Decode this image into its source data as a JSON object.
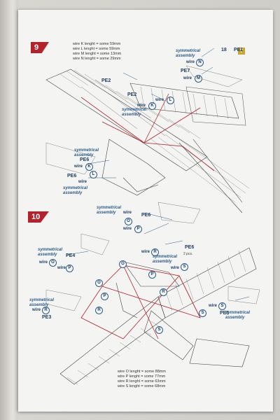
{
  "step1": {
    "number": "9",
    "wires": [
      {
        "label": "wire K",
        "length": "lenght = some 59mm"
      },
      {
        "label": "wire L",
        "length": "lenght = some 59mm"
      },
      {
        "label": "wire M",
        "length": "lenght = some 13mm"
      },
      {
        "label": "wire N",
        "length": "lenght = some 29mm"
      }
    ],
    "callouts": {
      "sym1": "symmetrical\nassembly",
      "wireN": "wire",
      "N": "N",
      "n18": "18",
      "pe1": "PE1",
      "pe7": "PE7",
      "wireM": "wire",
      "M": "M",
      "pe2a": "PE2",
      "pe2b": "PE2",
      "wireL1": "wire",
      "L1": "L",
      "wireK1": "wire",
      "K1": "K",
      "sym2": "symmetrical\nassembly",
      "sym3": "symmetrical\nassembly",
      "pe6": "PE6",
      "wireK2": "wire",
      "K2": "K",
      "pe6b": "PE6",
      "wireL2": "wire",
      "L2": "L",
      "sym4": "symmetrical\nassembly",
      "qmark": "?"
    }
  },
  "step2": {
    "number": "10",
    "wires": [
      {
        "label": "wire O",
        "length": "lenght = some 88mm"
      },
      {
        "label": "wire P",
        "length": "lenght = some 77mm"
      },
      {
        "label": "wire R",
        "length": "lenght = some 63mm"
      },
      {
        "label": "wire S",
        "length": "lenght = some 68mm"
      }
    ],
    "callouts": {
      "sym1": "symmetrical\nassembly",
      "wire1": "wire",
      "O1": "O",
      "pe6": "PE6",
      "wire2": "wire",
      "P1": "P",
      "sym2": "symmetrical\nassembly",
      "pe4": "PE4",
      "wire3": "wire",
      "O2": "O",
      "wire4": "wire",
      "P2": "P",
      "wire5": "wire",
      "R1": "R",
      "pe6b": "PE6",
      "note2": "2 pcs.",
      "sym3": "symmetrical\nassembly",
      "wire6": "wire",
      "S1": "S",
      "sym4": "symmetrical\nassembly",
      "wire7": "wire",
      "R2": "R",
      "pe3": "PE3",
      "wire8": "wire",
      "S2": "S",
      "pe5": "PE5",
      "sym5": "symmetrical\nassembly",
      "c_O": "O",
      "c_O2": "O",
      "c_P": "P",
      "c_P2": "P",
      "c_R": "R",
      "c_S": "S",
      "c_S2": "S",
      "c_R2": "R"
    }
  }
}
